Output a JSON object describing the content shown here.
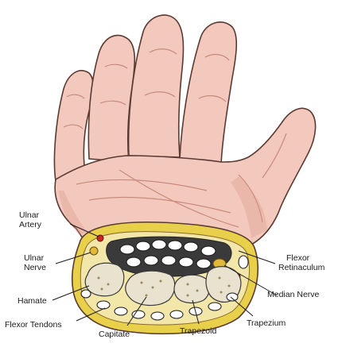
{
  "labels": {
    "ulnar_artery": [
      "Ulnar",
      "Artery"
    ],
    "ulnar_nerve": [
      "Ulnar",
      "Nerve"
    ],
    "hamate": "Hamate",
    "flexor_tendons": "Flexor Tendons",
    "capitate": "Capitate",
    "trapezoid": "Trapezoid",
    "trapezium": "Trapezium",
    "median_nerve": "Median Nerve",
    "flexor_retinaculum": [
      "Flexor",
      "Retinaculum"
    ]
  },
  "colors": {
    "skin": "#f3c9bd",
    "skin_shadow": "#d9978a",
    "outline": "#5a3a32",
    "section_rim": "#e8d04a",
    "section_fill": "#f2e6a8",
    "bone": "#e9e2cf",
    "tendon": "#ffffff",
    "artery": "#c8281e",
    "nerve": "#e3b93a"
  }
}
